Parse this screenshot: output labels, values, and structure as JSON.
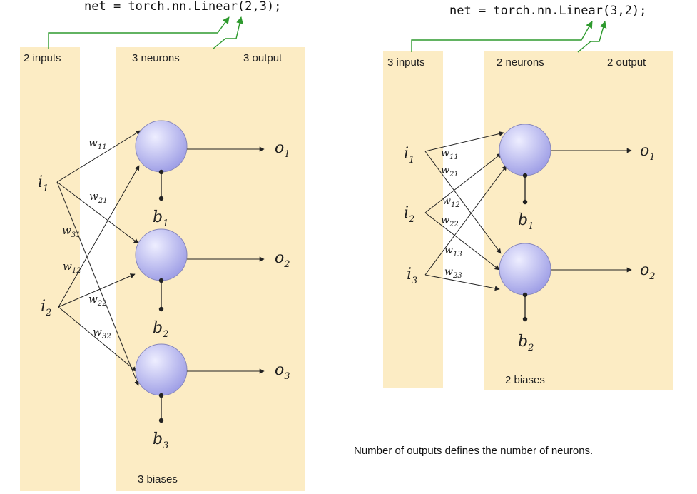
{
  "left": {
    "code": "net = torch.nn.Linear(2,3);",
    "inputs_label": "2 inputs",
    "neurons_label": "3 neurons",
    "output_label": "3 output",
    "biases_label": "3 biases",
    "inputs": [
      {
        "base": "i",
        "sub": "1"
      },
      {
        "base": "i",
        "sub": "2"
      }
    ],
    "neurons": [
      {
        "out": {
          "base": "o",
          "sub": "1"
        },
        "bias": {
          "base": "b",
          "sub": "1"
        }
      },
      {
        "out": {
          "base": "o",
          "sub": "2"
        },
        "bias": {
          "base": "b",
          "sub": "2"
        }
      },
      {
        "out": {
          "base": "o",
          "sub": "3"
        },
        "bias": {
          "base": "b",
          "sub": "3"
        }
      }
    ],
    "weights": [
      {
        "from": 0,
        "to": 0,
        "base": "w",
        "sub": "11"
      },
      {
        "from": 0,
        "to": 1,
        "base": "w",
        "sub": "21"
      },
      {
        "from": 0,
        "to": 2,
        "base": "w",
        "sub": "31"
      },
      {
        "from": 1,
        "to": 0,
        "base": "w",
        "sub": "12"
      },
      {
        "from": 1,
        "to": 1,
        "base": "w",
        "sub": "22"
      },
      {
        "from": 1,
        "to": 2,
        "base": "w",
        "sub": "32"
      }
    ]
  },
  "right": {
    "code": "net = torch.nn.Linear(3,2);",
    "inputs_label": "3 inputs",
    "neurons_label": "2 neurons",
    "output_label": "2 output",
    "biases_label": "2 biases",
    "inputs": [
      {
        "base": "i",
        "sub": "1"
      },
      {
        "base": "i",
        "sub": "2"
      },
      {
        "base": "i",
        "sub": "3"
      }
    ],
    "neurons": [
      {
        "out": {
          "base": "o",
          "sub": "1"
        },
        "bias": {
          "base": "b",
          "sub": "1"
        }
      },
      {
        "out": {
          "base": "o",
          "sub": "2"
        },
        "bias": {
          "base": "b",
          "sub": "2"
        }
      }
    ],
    "weights": [
      {
        "from": 0,
        "to": 0,
        "base": "w",
        "sub": "11"
      },
      {
        "from": 0,
        "to": 1,
        "base": "w",
        "sub": "21"
      },
      {
        "from": 1,
        "to": 0,
        "base": "w",
        "sub": "12"
      },
      {
        "from": 1,
        "to": 1,
        "base": "w",
        "sub": "22"
      },
      {
        "from": 2,
        "to": 0,
        "base": "w",
        "sub": "13"
      },
      {
        "from": 2,
        "to": 1,
        "base": "w",
        "sub": "23"
      }
    ]
  },
  "note": "Number of outputs defines the number of neurons.",
  "colors": {
    "panel": "#fcecc4",
    "neuron_fill_light": "#eeeeff",
    "neuron_fill_dark": "#9f9fe6",
    "neuron_stroke": "#8888bb",
    "bracket": "#2e9a2e",
    "line": "#222222"
  }
}
